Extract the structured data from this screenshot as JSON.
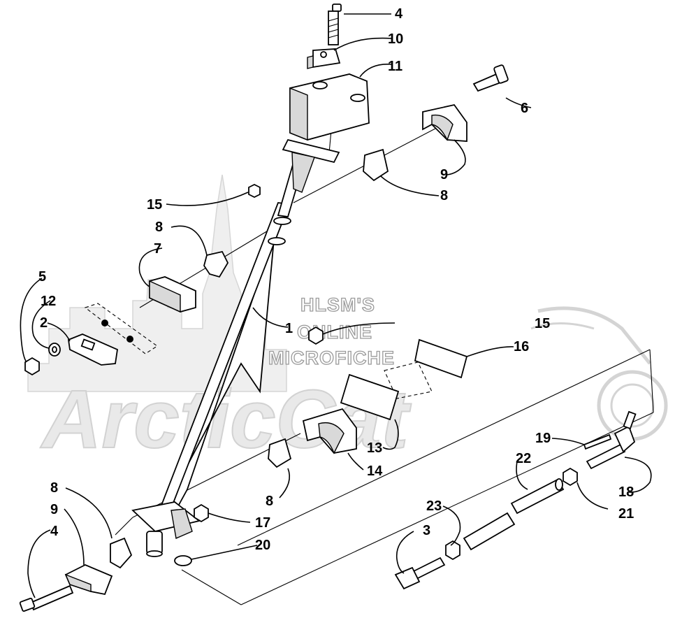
{
  "watermark": {
    "line1": "HLSM'S",
    "line2": "ONLINE",
    "line3": "MICROFICHE",
    "logo": "ArcticCat"
  },
  "labels": [
    {
      "id": "lbl-4-top",
      "text": "4"
    },
    {
      "id": "lbl-10",
      "text": "10"
    },
    {
      "id": "lbl-11",
      "text": "11"
    },
    {
      "id": "lbl-6",
      "text": "6"
    },
    {
      "id": "lbl-9-top",
      "text": "9"
    },
    {
      "id": "lbl-8-right",
      "text": "8"
    },
    {
      "id": "lbl-15-left",
      "text": "15"
    },
    {
      "id": "lbl-8-mid",
      "text": "8"
    },
    {
      "id": "lbl-7",
      "text": "7"
    },
    {
      "id": "lbl-5",
      "text": "5"
    },
    {
      "id": "lbl-12",
      "text": "12"
    },
    {
      "id": "lbl-2",
      "text": "2"
    },
    {
      "id": "lbl-1",
      "text": "1"
    },
    {
      "id": "lbl-15-right",
      "text": "15"
    },
    {
      "id": "lbl-16",
      "text": "16"
    },
    {
      "id": "lbl-13",
      "text": "13"
    },
    {
      "id": "lbl-14",
      "text": "14"
    },
    {
      "id": "lbl-19",
      "text": "19"
    },
    {
      "id": "lbl-22",
      "text": "22"
    },
    {
      "id": "lbl-18",
      "text": "18"
    },
    {
      "id": "lbl-21",
      "text": "21"
    },
    {
      "id": "lbl-8-low",
      "text": "8"
    },
    {
      "id": "lbl-17",
      "text": "17"
    },
    {
      "id": "lbl-20",
      "text": "20"
    },
    {
      "id": "lbl-23",
      "text": "23"
    },
    {
      "id": "lbl-3",
      "text": "3"
    },
    {
      "id": "lbl-8-bl",
      "text": "8"
    },
    {
      "id": "lbl-9-bl",
      "text": "9"
    },
    {
      "id": "lbl-4-bl",
      "text": "4"
    }
  ]
}
